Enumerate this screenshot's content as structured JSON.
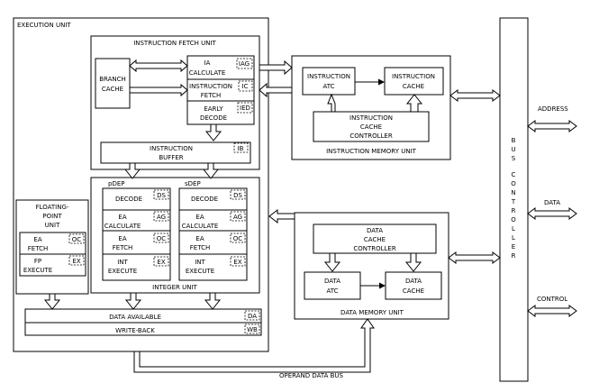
{
  "blocks": {
    "execution_unit": "EXECUTION UNIT",
    "instruction_fetch_unit": "INSTRUCTION FETCH UNIT",
    "branch_cache": [
      "BRANCH",
      "CACHE"
    ],
    "ia_calculate": [
      "IA",
      "CALCULATE"
    ],
    "instruction_fetch": [
      "INSTRUCTION",
      "FETCH"
    ],
    "early_decode": [
      "EARLY",
      "DECODE"
    ],
    "instruction_buffer": [
      "INSTRUCTION",
      "BUFFER"
    ],
    "integer_unit": "INTEGER UNIT",
    "pdep": "pDEP",
    "sdep": "sDEP",
    "stage": {
      "decode": "DECODE",
      "ea_calculate": [
        "EA",
        "CALCULATE"
      ],
      "ea_fetch": [
        "EA",
        "FETCH"
      ],
      "int_execute": [
        "INT",
        "EXECUTE"
      ],
      "fp_execute": [
        "FP",
        "EXECUTE"
      ]
    },
    "floating_point_unit": [
      "FLOATING-",
      "POINT",
      "UNIT"
    ],
    "data_available": "DATA AVAILABLE",
    "write_back": "WRITE-BACK",
    "instruction_memory_unit": "INSTRUCTION MEMORY UNIT",
    "instruction_atc": [
      "INSTRUCTION",
      "ATC"
    ],
    "instruction_cache": [
      "INSTRUCTION",
      "CACHE"
    ],
    "instruction_cache_controller": [
      "INSTRUCTION",
      "CACHE",
      "CONTROLLER"
    ],
    "data_memory_unit": "DATA MEMORY UNIT",
    "data_cache_controller": [
      "DATA",
      "CACHE",
      "CONTROLLER"
    ],
    "data_atc": [
      "DATA",
      "ATC"
    ],
    "data_cache": [
      "DATA",
      "CACHE"
    ],
    "bus_controller": [
      "B",
      "U",
      "S",
      "C",
      "O",
      "N",
      "T",
      "R",
      "O",
      "L",
      "L",
      "E",
      "R"
    ]
  },
  "tags": {
    "iag": "IAG",
    "ic": "IC",
    "ied": "IED",
    "ib": "IB",
    "ds": "DS",
    "ag": "AG",
    "oc": "OC",
    "ex": "EX",
    "da": "DA",
    "wb": "WB"
  },
  "signals": {
    "address": "ADDRESS",
    "data": "DATA",
    "control": "CONTROL",
    "operand_data_bus": "OPERAND DATA BUS"
  }
}
